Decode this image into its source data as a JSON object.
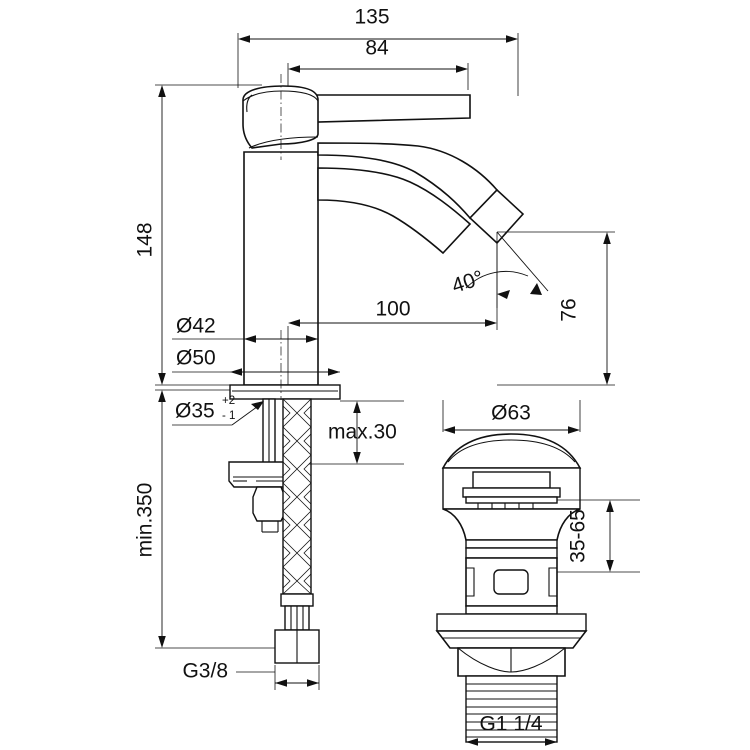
{
  "drawing": {
    "title": "Single lever basin mixer technical drawing",
    "units": "mm",
    "line_color": "#111111",
    "background": "#ffffff"
  },
  "dimensions": {
    "overall_width": "135",
    "handle_reach": "84",
    "overall_height": "148",
    "spout_reach": "100",
    "spout_height": "76",
    "spout_angle": "40°",
    "body_diameter": "Ø42",
    "base_diameter": "Ø50",
    "hole_diameter": "Ø35",
    "hole_tol_plus": "+2",
    "hole_tol_minus": "- 1",
    "max_thickness": "max.30",
    "min_hose_length": "min.350",
    "hose_thread": "G3/8"
  },
  "waste": {
    "cap_diameter": "Ø63",
    "adjust_range": "35-65",
    "outlet_thread": "G1 1/4"
  },
  "labels": {
    "degree_symbol": "°"
  }
}
